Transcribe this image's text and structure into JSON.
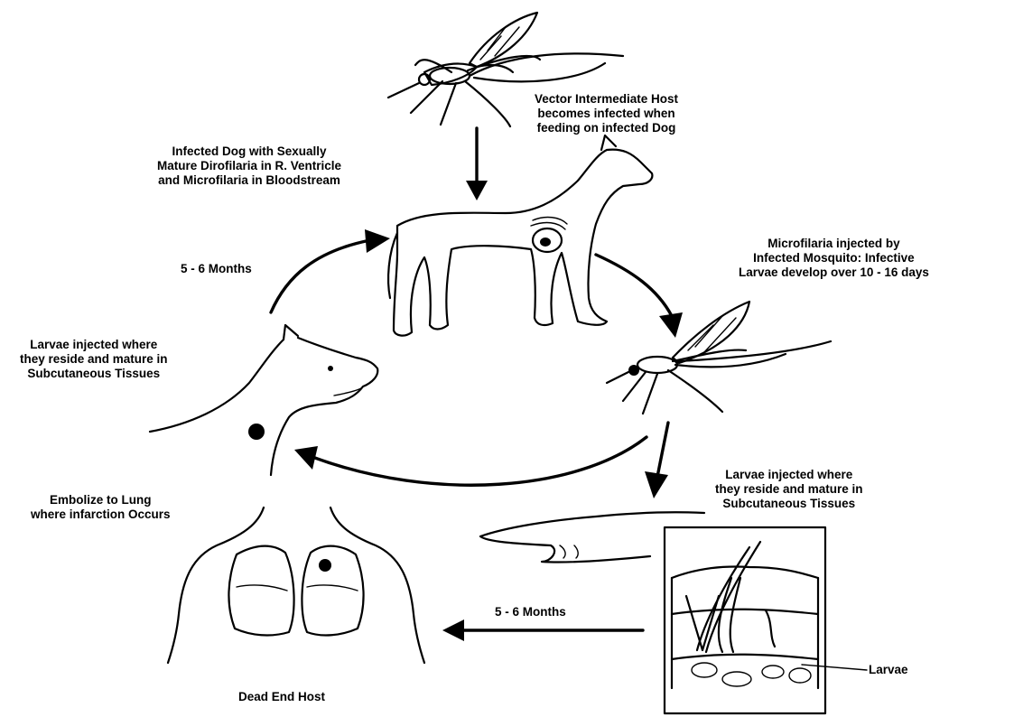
{
  "labels": {
    "vector_host": [
      "Vector Intermediate Host",
      "becomes infected when",
      "feeding on infected Dog"
    ],
    "infected_dog": [
      "Infected Dog with Sexually",
      "Mature Dirofilaria in R. Ventricle",
      "and Microfilaria in Bloodstream"
    ],
    "microfilaria_injected": [
      "Microfilaria injected by",
      "Infected Mosquito: Infective",
      "Larvae develop over 10 - 16 days"
    ],
    "dog_larvae": [
      "Larvae injected where",
      "they reside and mature in",
      "Subcutaneous Tissues"
    ],
    "human_larvae": [
      "Larvae injected where",
      "they reside and mature in",
      "Subcutaneous Tissues"
    ],
    "embolize": [
      "Embolize to Lung",
      "where infarction Occurs"
    ],
    "months_dog": "5 - 6 Months",
    "months_human": "5 - 6 Months",
    "larvae": "Larvae",
    "dead_end_host": "Dead End Host"
  },
  "colors": {
    "ink": "#000000",
    "background": "#ffffff"
  },
  "icons": [
    "mosquito-icon",
    "dog-icon",
    "dog-head-icon",
    "hand-icon",
    "skin-section-icon",
    "human-torso-icon"
  ]
}
